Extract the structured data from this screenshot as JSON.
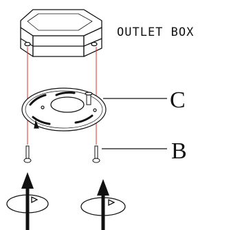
{
  "labels": {
    "outlet_box": "OUTLET BOX",
    "bracket": "C",
    "screw": "B"
  }
}
